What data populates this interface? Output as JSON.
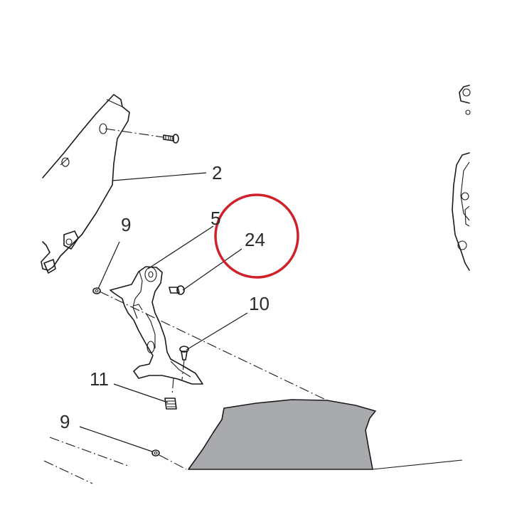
{
  "callouts": {
    "c2": "2",
    "c5": "5",
    "c24": "24",
    "c9a": "9",
    "c10": "10",
    "c11": "11",
    "c9b": "9"
  },
  "colors": {
    "ink": "#1a1a1a",
    "highlight": "#d0202a",
    "panel_fill": "#a9aaae"
  }
}
